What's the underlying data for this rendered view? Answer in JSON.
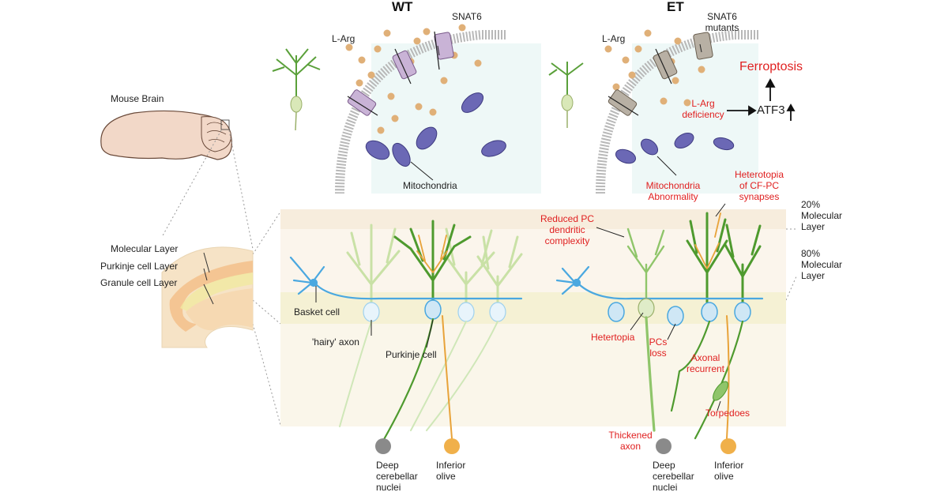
{
  "headers": {
    "wt": "WT",
    "et": "ET"
  },
  "mouse_brain": "Mouse Brain",
  "layers": {
    "molecular": "Molecular Layer",
    "purkinje": "Purkinje cell Layer",
    "granule": "Granule cell Layer"
  },
  "wt": {
    "larg": "L-Arg",
    "snat6": "SNAT6",
    "mito": "Mitochondria",
    "basket": "Basket cell",
    "hairy": "'hairy' axon",
    "purkinje": "Purkinje cell",
    "dcn": [
      "Deep",
      "cerebellar",
      "nuclei"
    ],
    "io": [
      "Inferior",
      "olive"
    ]
  },
  "et": {
    "larg": "L-Arg",
    "snat6": [
      "SNAT6",
      "mutants"
    ],
    "ferro": "Ferroptosis",
    "larg_def": [
      "L-Arg",
      "deficiency"
    ],
    "atf3": "ATF3",
    "mito": [
      "Mitochondria",
      "Abnormality"
    ],
    "hetero_cf": [
      "Heterotopia",
      "of CF-PC",
      "synapses"
    ],
    "reduced": [
      "Reduced PC",
      "dendritic",
      "complexity"
    ],
    "pct20": [
      "20%",
      "Molecular",
      "Layer"
    ],
    "pct80": [
      "80%",
      "Molecular",
      "Layer"
    ],
    "hetertopia": "Hetertopia",
    "pcs_loss": [
      "PCs",
      "loss"
    ],
    "axonal": [
      "Axonal",
      "recurrent"
    ],
    "torpedoes": "Torpedoes",
    "thick": [
      "Thickened",
      "axon"
    ],
    "dcn": [
      "Deep",
      "cerebellar",
      "nuclei"
    ],
    "io": [
      "Inferior",
      "olive"
    ]
  },
  "colors": {
    "label_red": "#e02020",
    "dendrite_green": "#5aa03a",
    "climbing_fiber": "#e8a33a",
    "basket_blue": "#4aa8e0",
    "mito_purple": "#6b68b5",
    "larg_dot": "#e0b078",
    "dcn_grey": "#8a8a8a",
    "io_orange": "#f0b04a"
  }
}
